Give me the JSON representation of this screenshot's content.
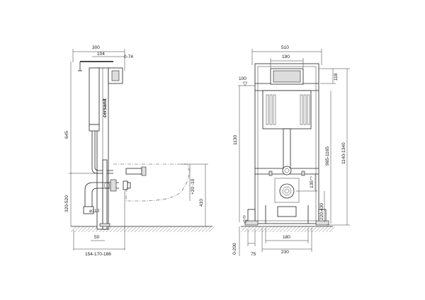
{
  "brand": "cersanit",
  "side_view": {
    "dims": {
      "depth_total": "300",
      "depth_upper": "104",
      "depth_adjust": "0-74",
      "height_upper": "645",
      "height_lower": "320-520",
      "drain_dia": "⌀110",
      "offset_bottom": "50",
      "bottom_range": "154-170-186",
      "bowl_adjust": "+20 -10",
      "bowl_height": "410"
    }
  },
  "front_view": {
    "dims": {
      "width_total": "510",
      "button_width": "190",
      "top_level": "100",
      "top_small": "118",
      "height_total": "1130",
      "mount_range": "965-1165",
      "overall_range": "1140-1340",
      "bolt_height": "135⁺⁵",
      "drain_range": "220-430",
      "floor_zero": "0",
      "leg_range": "0-200",
      "inner_width": "180",
      "bottom_width": "230",
      "foot_offset": "75"
    }
  }
}
